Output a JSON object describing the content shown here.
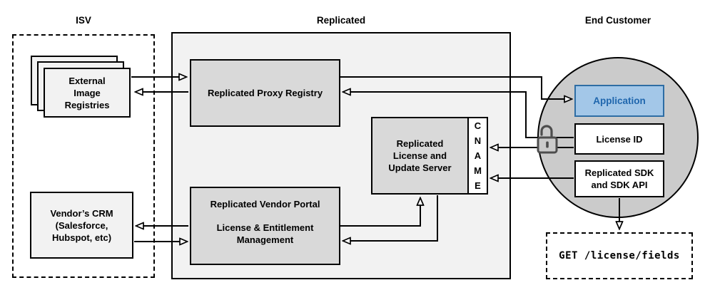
{
  "sections": {
    "isv": {
      "label": "ISV"
    },
    "replicated": {
      "label": "Replicated"
    },
    "end_customer": {
      "label": "End Customer"
    }
  },
  "nodes": {
    "external_registries": {
      "label": "External\nImage\nRegistries"
    },
    "vendor_crm": {
      "label": "Vendor’s CRM\n(Salesforce,\nHubspot, etc)"
    },
    "proxy_registry": {
      "label": "Replicated Proxy Registry"
    },
    "license_update_server": {
      "label": "Replicated\nLicense and\nUpdate Server"
    },
    "cname": {
      "label": "C\nN\nA\nM\nE"
    },
    "vendor_portal": {
      "title": "Replicated Vendor Portal",
      "subtitle": "License & Entitlement\nManagement"
    },
    "application": {
      "label": "Application"
    },
    "license_id": {
      "label": "License ID"
    },
    "replicated_sdk": {
      "label": "Replicated SDK\nand SDK API"
    },
    "get_request": {
      "label": "GET /license/fields"
    }
  },
  "icons": {
    "unlocked_padlock": "unlocked-padlock"
  },
  "colors": {
    "container_fill": "#F2F2F2",
    "box_gray_fill": "#D9D9D9",
    "box_light_fill": "#F2F2F2",
    "white_box_fill": "#FFFFFF",
    "circle_fill": "#CBCBCB",
    "line_black": "#000000",
    "app_fill": "#A3C7E8",
    "app_border": "#2E6DA4",
    "app_text": "#1F66AD",
    "lock_gray": "#4D4D4D"
  }
}
